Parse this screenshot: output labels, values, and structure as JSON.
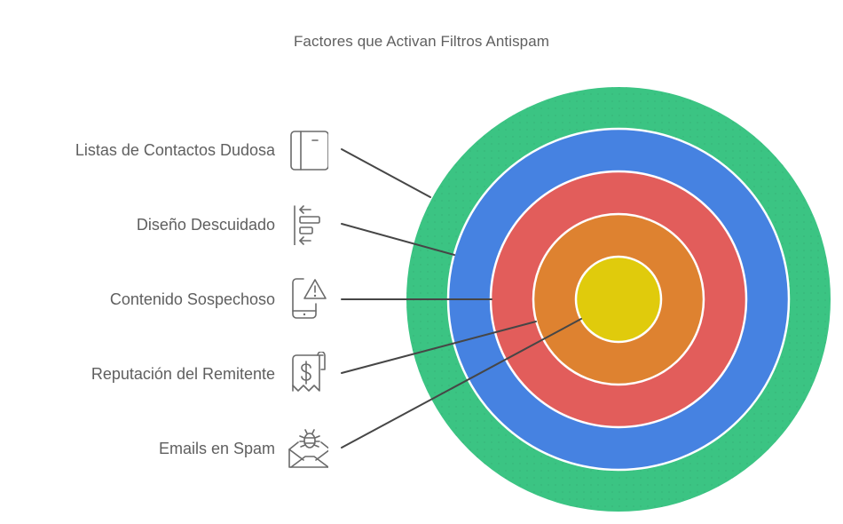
{
  "title": "Factores que Activan Filtros Antispam",
  "colors": {
    "ring_outer": "#3bc483",
    "ring_2": "#4682e1",
    "ring_3": "#e25d5b",
    "ring_4": "#de8230",
    "ring_inner": "#e0cb0c",
    "text": "#5f5f5f",
    "line": "#464646",
    "icon": "#6a6a6a"
  },
  "items": [
    {
      "label": "Listas de Contactos Dudosa",
      "icon": "notebook-icon",
      "ring": "outer"
    },
    {
      "label": "Diseño Descuidado",
      "icon": "align-left-icon",
      "ring": "2"
    },
    {
      "label": "Contenido Sospechoso",
      "icon": "phone-warning-icon",
      "ring": "3"
    },
    {
      "label": "Reputación del Remitente",
      "icon": "receipt-dollar-icon",
      "ring": "4"
    },
    {
      "label": "Emails en Spam",
      "icon": "envelope-bug-icon",
      "ring": "inner"
    }
  ],
  "chart_data": {
    "type": "concentric-rings",
    "title": "Factores que Activan Filtros Antispam",
    "rings_outer_to_inner": [
      "Listas de Contactos Dudosa",
      "Diseño Descuidado",
      "Contenido Sospechoso",
      "Reputación del Remitente",
      "Emails en Spam"
    ]
  }
}
